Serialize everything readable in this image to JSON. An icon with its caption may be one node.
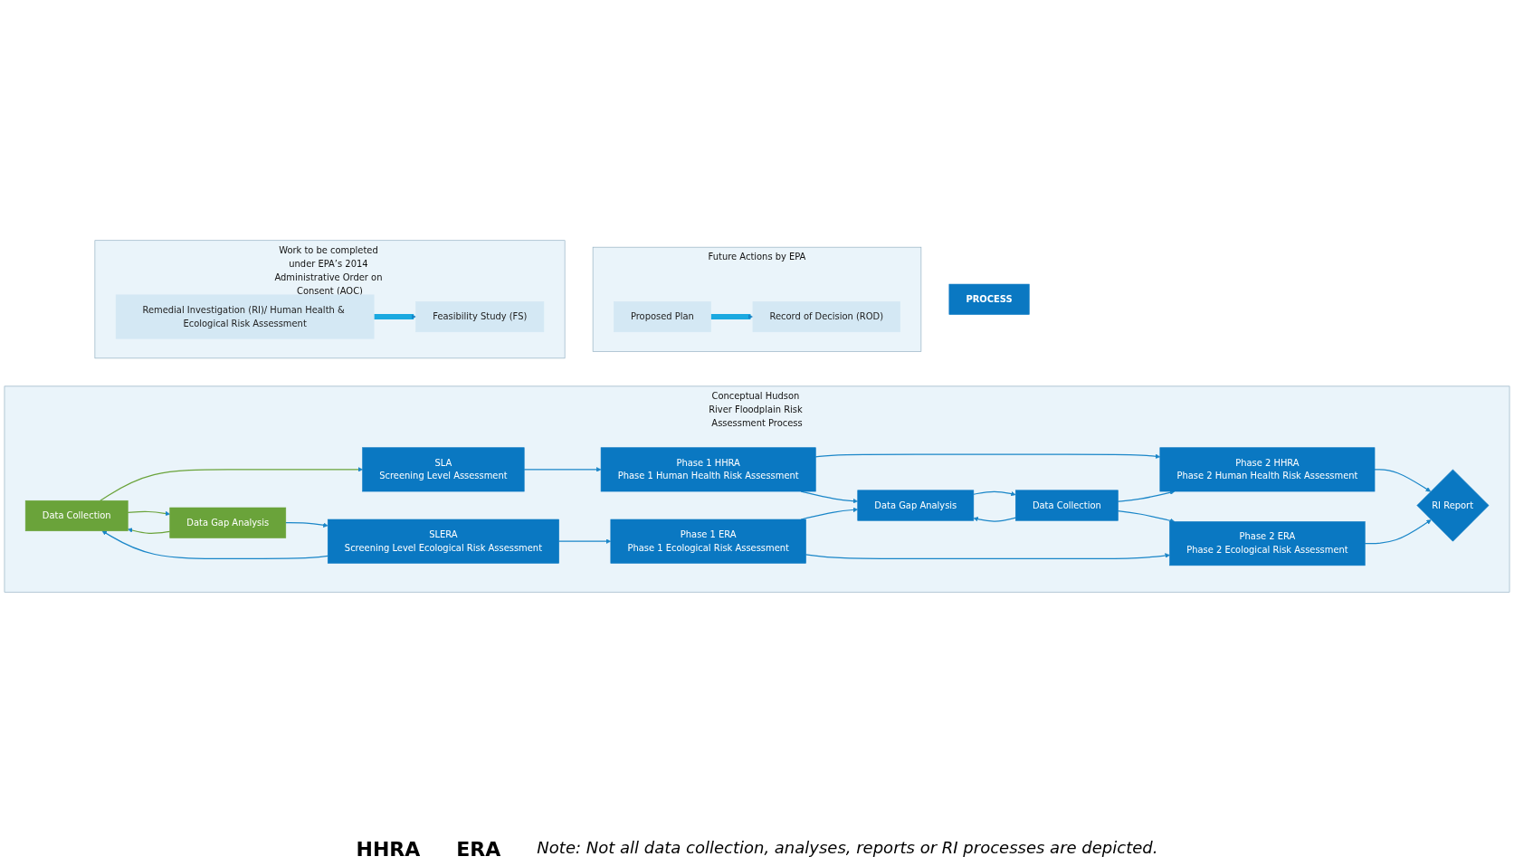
{
  "diagram": {
    "nodes": [
      {
        "text": [
          "Work to be completed under EPA’s 2014 Administrative Order on Consent (AOC)"
        ]
      },
      {
        "text": [
          "Remedial Investigation (RI)/ Human Health & Ecological Risk Assessment"
        ],
        "in": 0
      },
      {
        "text": [
          "Feasibility Study (FS)"
        ],
        "in": 0
      },
      {
        "text": [
          "Future Actions by EPA"
        ]
      },
      {
        "text": [
          "Proposed Plan"
        ],
        "in": 3
      },
      {
        "text": [
          "Record of Decision (ROD)"
        ],
        "in": 3
      },
      {
        "text": [
          "PROCESS"
        ]
      },
      {
        "text": [
          "Conceptual Hudson River Floodplain Risk Assessment Process"
        ]
      },
      {
        "text": [
          "SLA",
          "Screening Level Assessment"
        ],
        "in": 7
      },
      {
        "text": [
          "Phase 1 HHRA",
          "Phase 1 Human Health Risk Assessment"
        ],
        "in": 7
      },
      {
        "text": [
          "Phase 2 HHRA",
          "Phase 2 Human Health Risk Assessment"
        ],
        "in": 7
      },
      {
        "text": [
          "Data Gap Analysis"
        ],
        "in": 7
      },
      {
        "text": [
          "Data Collection"
        ],
        "in": 7
      },
      {
        "text": [
          "Data Gap Analysis"
        ],
        "in": 7
      },
      {
        "text": [
          "Data Collection"
        ],
        "in": 7
      },
      {
        "text": [
          "RI Report"
        ],
        "in": 7
      },
      {
        "text": [
          "SLERA",
          "Screening Level Ecological Risk Assessment"
        ],
        "in": 7
      },
      {
        "text": [
          "Phase 1 ERA",
          "Phase 1 Ecological Risk Assessment"
        ],
        "in": 7
      },
      {
        "text": [
          "Phase 2 ERA",
          "Phase 2 Ecological Risk Assessment"
        ],
        "in": 7
      }
    ],
    "edges": [
      {
        "from": 1,
        "to": 2,
        "arrow": "to",
        "style": "thick",
        "color": "#1ba9e0"
      },
      {
        "from": 4,
        "to": 5,
        "arrow": "to",
        "style": "thick",
        "color": "#1ba9e0"
      },
      {
        "from": 8,
        "to": 9,
        "arrow": "to"
      },
      {
        "from": 9,
        "to": 10,
        "arrow": "to"
      },
      {
        "from": 12,
        "to": 11,
        "arrow": "to",
        "color": "#6aa33a"
      },
      {
        "from": 12,
        "to": 8,
        "arrow": "to",
        "color": "#6aa33a"
      },
      {
        "from": 11,
        "to": 12,
        "arrow": "to",
        "color": "#6aa33a"
      },
      {
        "from": 16,
        "to": 12,
        "arrow": "to"
      },
      {
        "from": 11,
        "to": 16,
        "arrow": "to"
      },
      {
        "from": 9,
        "to": 13,
        "arrow": "to"
      },
      {
        "from": 17,
        "to": 13,
        "arrow": "to"
      },
      {
        "from": 14,
        "to": 13,
        "arrow": "to"
      },
      {
        "from": 13,
        "to": 14,
        "arrow": "to"
      },
      {
        "from": 14,
        "to": 10,
        "arrow": "to"
      },
      {
        "from": 14,
        "to": 18,
        "arrow": "to"
      },
      {
        "from": 10,
        "to": 15,
        "arrow": "to"
      },
      {
        "from": 18,
        "to": 15,
        "arrow": "to"
      },
      {
        "from": 16,
        "to": 17,
        "arrow": "to"
      },
      {
        "from": 17,
        "to": 18,
        "arrow": "to"
      }
    ],
    "labels": [
      "HHRA",
      "ERA",
      "Note: Not all data collection, analyses, reports or RI processes are depicted."
    ]
  }
}
